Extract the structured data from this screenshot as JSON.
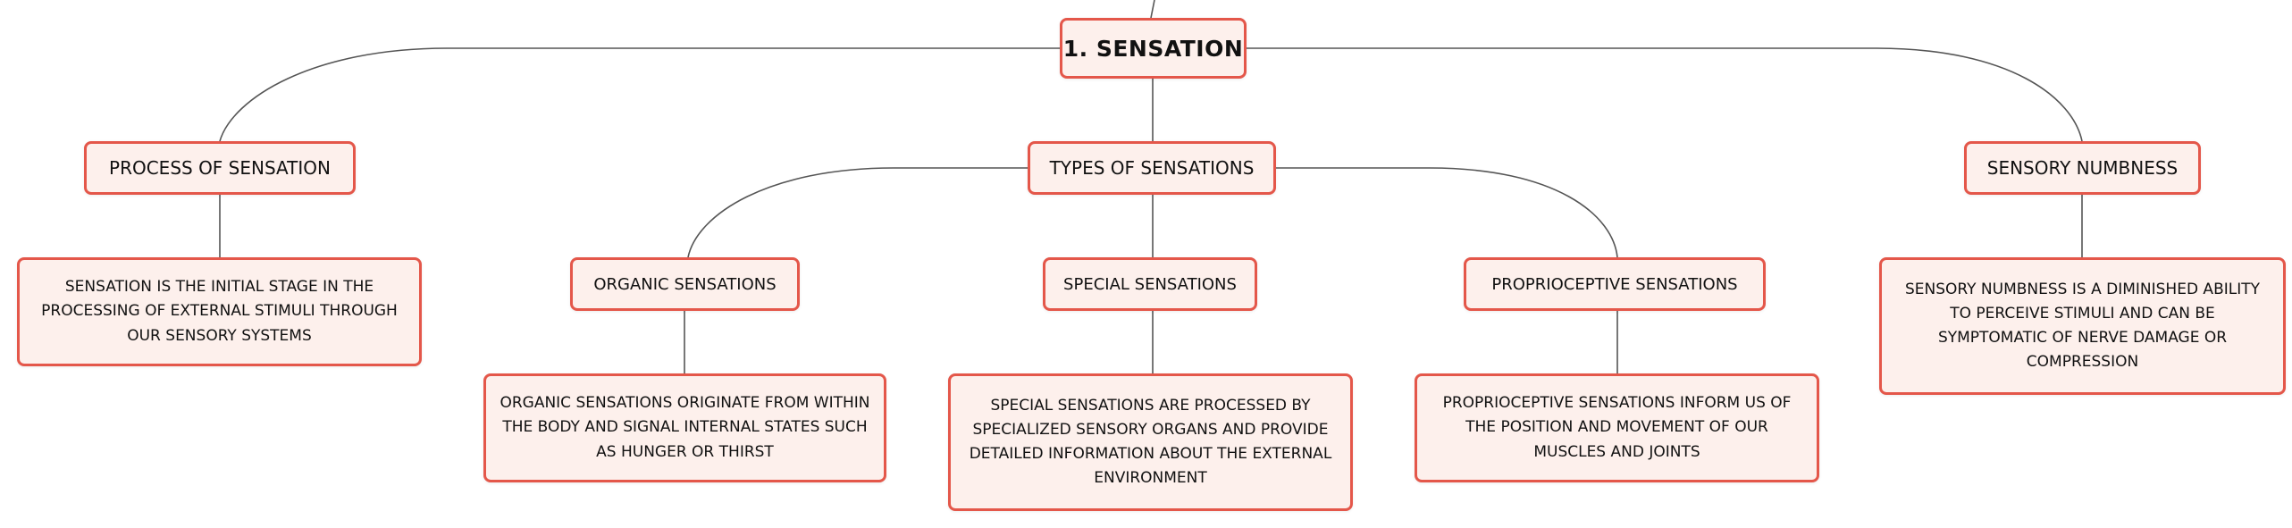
{
  "theme": {
    "node_fill": "#fdf0ec",
    "node_border": "#e4574a",
    "edge_color": "#555555",
    "text_color": "#111111"
  },
  "root": {
    "label": "1. SENSATION"
  },
  "branches": {
    "process": {
      "label": "PROCESS OF SENSATION",
      "description": "SENSATION IS THE INITIAL STAGE IN THE PROCESSING OF EXTERNAL STIMULI THROUGH OUR SENSORY SYSTEMS"
    },
    "types": {
      "label": "TYPES OF SENSATIONS",
      "children": {
        "organic": {
          "label": "ORGANIC SENSATIONS",
          "description": "ORGANIC SENSATIONS ORIGINATE FROM WITHIN THE BODY AND SIGNAL INTERNAL STATES SUCH AS HUNGER OR THIRST"
        },
        "special": {
          "label": "SPECIAL SENSATIONS",
          "description": "SPECIAL SENSATIONS ARE PROCESSED BY SPECIALIZED SENSORY ORGANS AND PROVIDE DETAILED INFORMATION ABOUT THE EXTERNAL ENVIRONMENT"
        },
        "proprioceptive": {
          "label": "PROPRIOCEPTIVE SENSATIONS",
          "description": "PROPRIOCEPTIVE SENSATIONS INFORM US OF THE POSITION AND MOVEMENT OF OUR MUSCLES AND JOINTS"
        }
      }
    },
    "numbness": {
      "label": "SENSORY NUMBNESS",
      "description": "SENSORY NUMBNESS IS A DIMINISHED ABILITY TO PERCEIVE STIMULI AND CAN BE SYMPTOMATIC OF NERVE DAMAGE OR COMPRESSION"
    }
  }
}
